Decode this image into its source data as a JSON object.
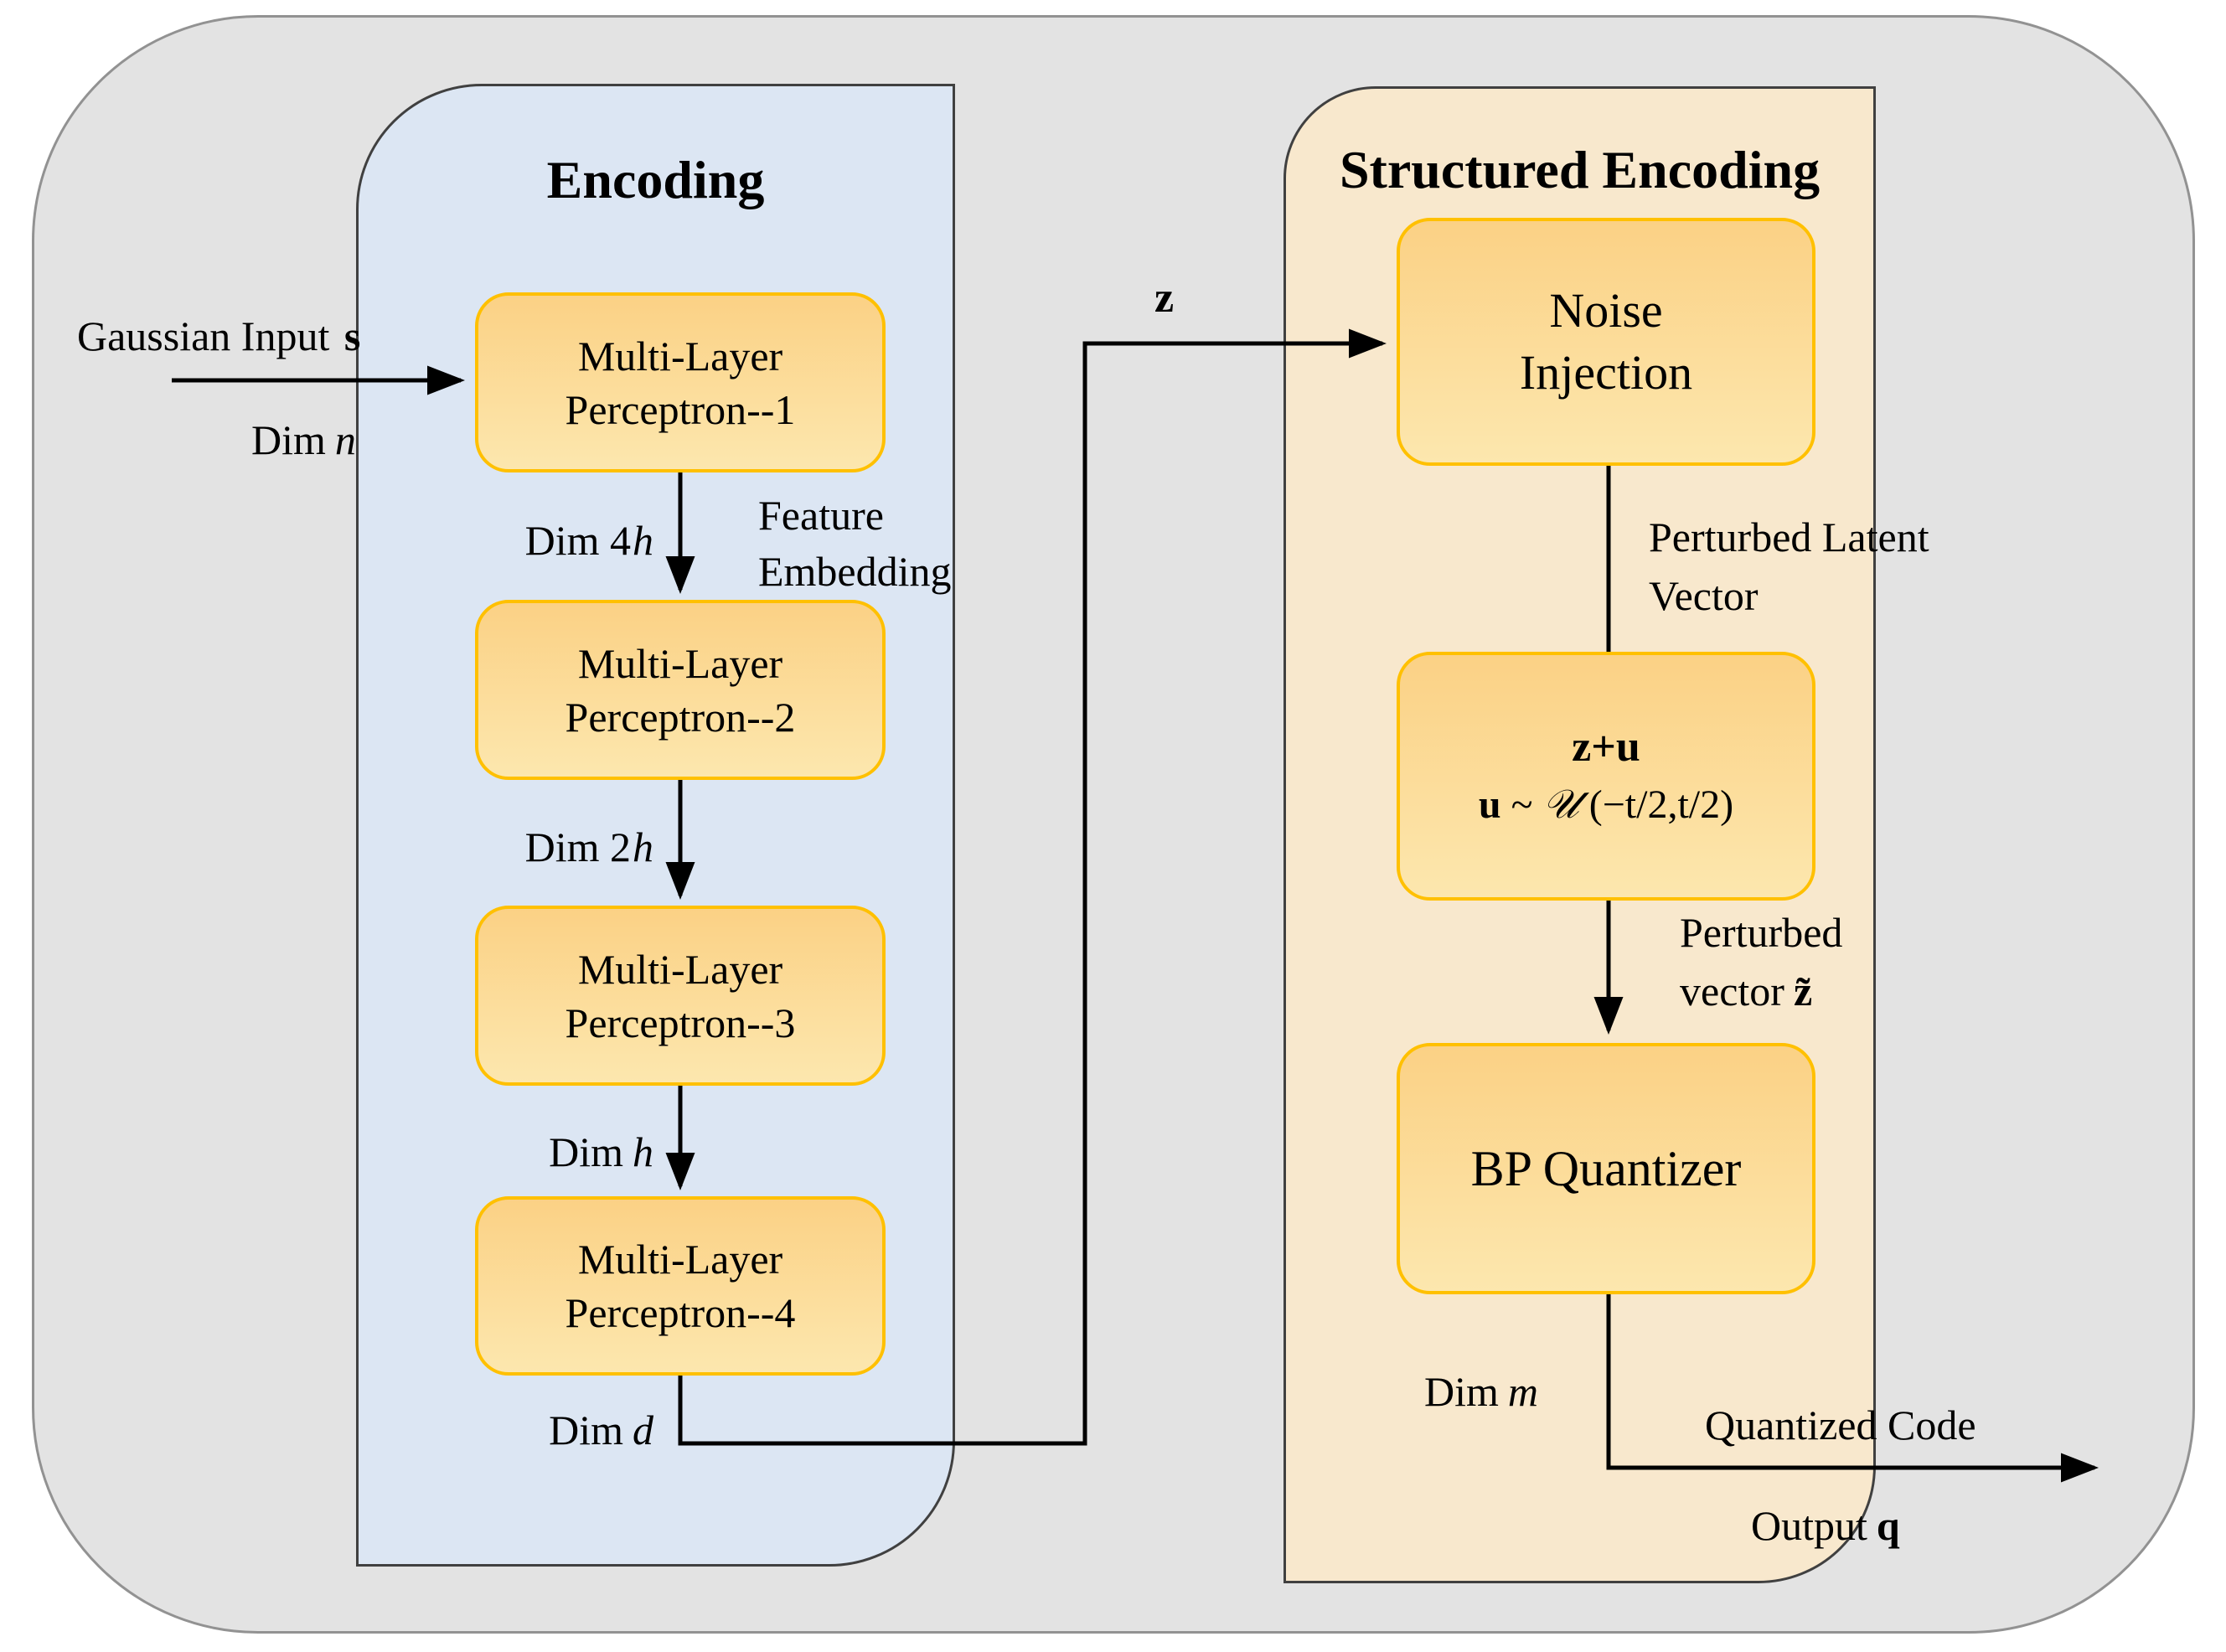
{
  "colors": {
    "outer_bg": "#e3e3e3",
    "encoding_panel_bg": "#dce6f3",
    "structured_panel_bg": "#f8e8cd",
    "node_fill_top": "#fbd185",
    "node_fill_bottom": "#fce7ae",
    "node_border": "#ffc000",
    "panel_border": "#404040",
    "line_color": "#000000"
  },
  "encoding": {
    "title": "Encoding",
    "input": {
      "label": "Gaussian Input",
      "symbol": "s",
      "dim_label": "Dim",
      "dim_symbol": "n"
    },
    "mlps": [
      {
        "line1": "Multi-Layer",
        "line2": "Perceptron--1"
      },
      {
        "line1": "Multi-Layer",
        "line2": "Perceptron--2"
      },
      {
        "line1": "Multi-Layer",
        "line2": "Perceptron--3"
      },
      {
        "line1": "Multi-Layer",
        "line2": "Perceptron--4"
      }
    ],
    "dim_4h": {
      "label": "Dim 4",
      "symbol": "h"
    },
    "dim_2h": {
      "label": "Dim 2",
      "symbol": "h"
    },
    "dim_h": {
      "label": "Dim",
      "symbol": "h"
    },
    "dim_d": {
      "label": "Dim",
      "symbol": "d"
    },
    "feature_embedding": {
      "line1": "Feature",
      "line2": "Embedding"
    }
  },
  "z_label": "z",
  "structured": {
    "title": "Structured Encoding",
    "noise_injection": {
      "line1": "Noise",
      "line2": "Injection"
    },
    "perturbed_latent": {
      "line1": "Perturbed Latent",
      "line2": "Vector"
    },
    "noise_model": {
      "line1": "z+u",
      "line2_var": "u",
      "line2_sim": " ~ ",
      "line2_dist": "𝒰",
      "line2_range": " (−t/2,t/2)"
    },
    "perturbed_vector": {
      "line1": "Perturbed",
      "line2": "vector",
      "symbol": "z̃"
    },
    "bp_quantizer": "BP Quantizer",
    "dim_m": {
      "label": "Dim",
      "symbol": "m"
    },
    "quantized_code": "Quantized Code",
    "output": {
      "label": "Output",
      "symbol": "q"
    }
  }
}
